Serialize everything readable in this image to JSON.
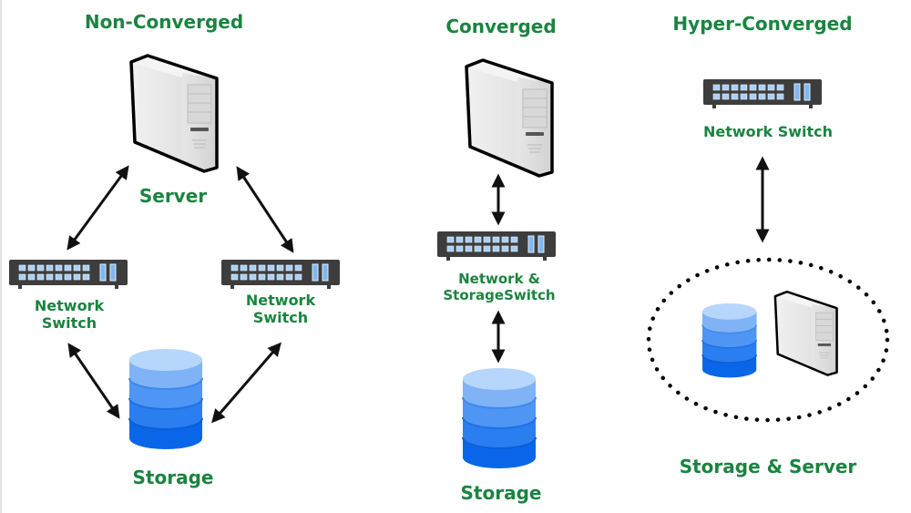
{
  "diagram": {
    "colors": {
      "label_text": "#1a8440",
      "switch_body": "#3d3d3d",
      "switch_port": "#a9d0f5",
      "storage_top": "#b6d6fb",
      "storage_bottom": "#0a66e8",
      "arrow": "#111111"
    },
    "sections": [
      {
        "title": "Non-Converged",
        "server_label": "Server",
        "switch_left_label_line1": "Network",
        "switch_left_label_line2": "Switch",
        "switch_right_label_line1": "Network",
        "switch_right_label_line2": "Switch",
        "storage_label": "Storage",
        "connections": [
          [
            "Server",
            "Network Switch (left)"
          ],
          [
            "Server",
            "Network Switch (right)"
          ],
          [
            "Network Switch (left)",
            "Storage"
          ],
          [
            "Network Switch (right)",
            "Storage"
          ]
        ]
      },
      {
        "title": "Converged",
        "switch_label_line1": "Network &",
        "switch_label_line2": "StorageSwitch",
        "storage_label": "Storage",
        "connections": [
          [
            "Server",
            "Network & StorageSwitch"
          ],
          [
            "Network & StorageSwitch",
            "Storage"
          ]
        ]
      },
      {
        "title": "Hyper-Converged",
        "switch_label": "Network Switch",
        "group_label": "Storage & Server",
        "connections": [
          [
            "Network Switch",
            "Storage & Server"
          ]
        ]
      }
    ]
  }
}
